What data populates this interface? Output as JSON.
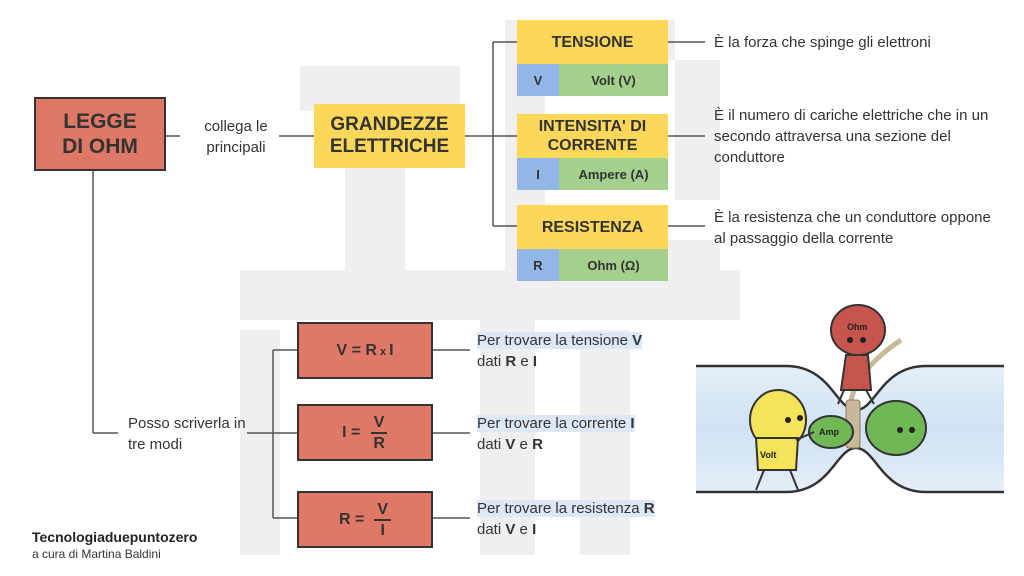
{
  "main_node": {
    "title": "LEGGE DI OHM"
  },
  "connector_label": "collega le principali",
  "grandezze": {
    "title": "GRANDEZZE ELETTRICHE"
  },
  "quantities": [
    {
      "name": "TENSIONE",
      "symbol": "V",
      "unit": "Volt (V)",
      "description": "È la forza che spinge gli elettroni"
    },
    {
      "name": "INTENSITA' DI CORRENTE",
      "symbol": "I",
      "unit": "Ampere (A)",
      "description": "È il numero di cariche elettriche che in un secondo attraversa una sezione del conduttore"
    },
    {
      "name": "RESISTENZA",
      "symbol": "R",
      "unit": "Ohm (Ω)",
      "description": "È la resistenza che un conduttore oppone al passaggio della corrente"
    }
  ],
  "modes_label": "Posso scriverla in tre modi",
  "formulas": [
    {
      "lhs": "V = R",
      "times": "x",
      "rhs": "I",
      "desc_lead": "Per trovare la tensione ",
      "desc_var": "V",
      "given_lead": "dati ",
      "given_a": "R",
      "given_mid": " e ",
      "given_b": "I"
    },
    {
      "lhs": "I =",
      "num": "V",
      "den": "R",
      "desc_lead": "Per trovare la corrente ",
      "desc_var": "I",
      "given_lead": "dati ",
      "given_a": "V",
      "given_mid": " e ",
      "given_b": "R"
    },
    {
      "lhs": "R =",
      "num": "V",
      "den": "I",
      "desc_lead": "Per trovare la resistenza ",
      "desc_var": "R",
      "given_lead": "dati ",
      "given_a": "V",
      "given_mid": " e ",
      "given_b": "I"
    }
  ],
  "illustration": {
    "ohm_label": "Ohm",
    "volt_label": "Volt",
    "amp_label": "Amp"
  },
  "footer": {
    "brand": "Tecnologiaduepuntozero",
    "author": "a cura di Martina Baldini"
  },
  "colors": {
    "red_box": "#e07868",
    "yellow_box": "#fdd75a",
    "symbol_blue": "#92b6e6",
    "unit_green": "#a5cf8c",
    "highlight": "#dde8f6"
  }
}
